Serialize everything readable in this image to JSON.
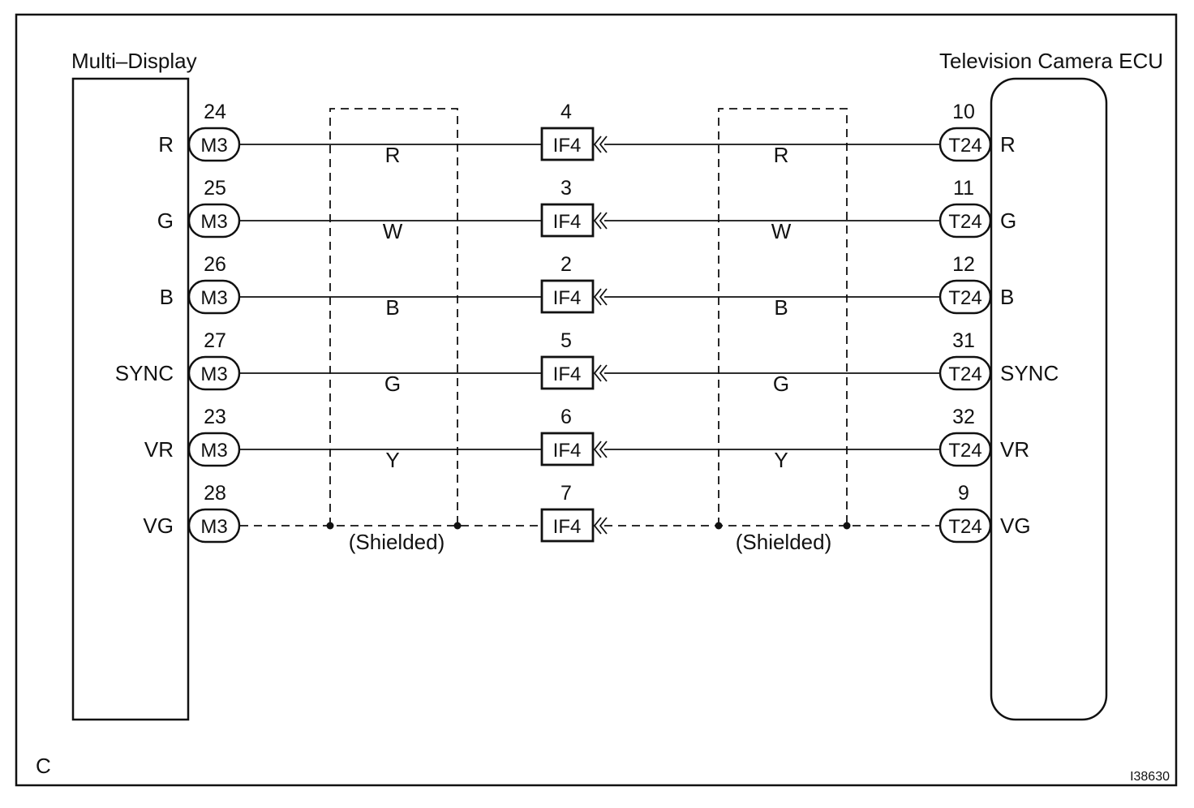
{
  "left_component": {
    "title": "Multi–Display",
    "connector": "M3"
  },
  "right_component": {
    "title": "Television Camera ECU",
    "connector": "T24"
  },
  "junction_connector": "IF4",
  "shield_label": "(Shielded)",
  "corner_code": "C",
  "figure_id": "I38630",
  "signals": [
    {
      "signal": "R",
      "left_pin": "24",
      "mid_pin": "4",
      "right_pin": "10",
      "wire_color": "R",
      "shielded": false
    },
    {
      "signal": "G",
      "left_pin": "25",
      "mid_pin": "3",
      "right_pin": "11",
      "wire_color": "W",
      "shielded": false
    },
    {
      "signal": "B",
      "left_pin": "26",
      "mid_pin": "2",
      "right_pin": "12",
      "wire_color": "B",
      "shielded": false
    },
    {
      "signal": "SYNC",
      "left_pin": "27",
      "mid_pin": "5",
      "right_pin": "31",
      "wire_color": "G",
      "shielded": false
    },
    {
      "signal": "VR",
      "left_pin": "23",
      "mid_pin": "6",
      "right_pin": "32",
      "wire_color": "Y",
      "shielded": false
    },
    {
      "signal": "VG",
      "left_pin": "28",
      "mid_pin": "7",
      "right_pin": "9",
      "wire_color": "",
      "shielded": true
    }
  ]
}
